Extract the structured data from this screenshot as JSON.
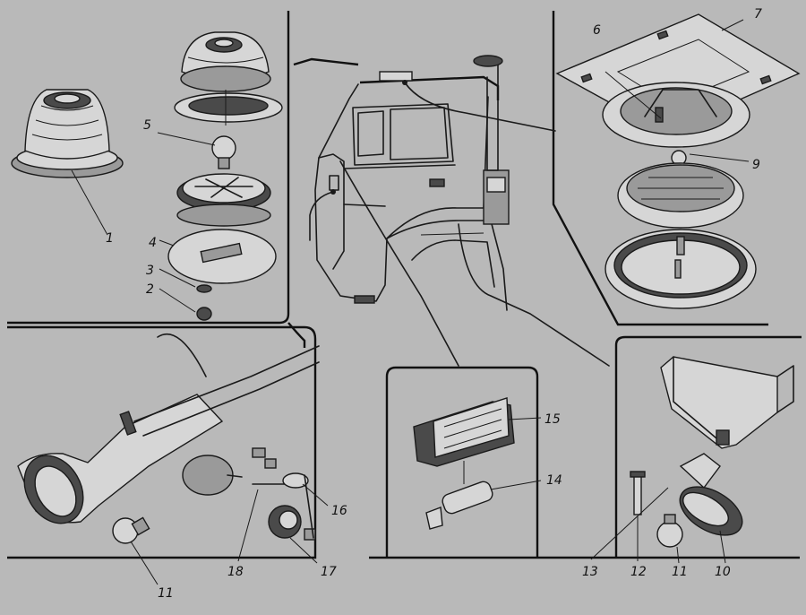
{
  "diagram": {
    "labels": {
      "l1": "1",
      "l2": "2",
      "l3": "3",
      "l4": "4",
      "l5": "5",
      "l6": "6",
      "l7": "7",
      "l9": "9",
      "l10": "10",
      "l11a": "11",
      "l11b": "11",
      "l12": "12",
      "l13": "13",
      "l14": "14",
      "l15": "15",
      "l16": "16",
      "l17": "17",
      "l18": "18"
    }
  }
}
